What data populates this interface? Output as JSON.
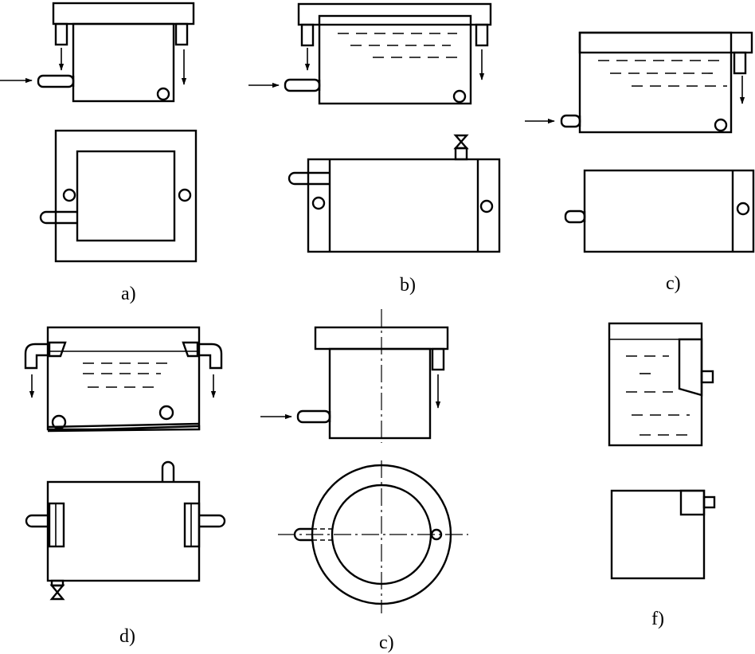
{
  "captions": {
    "a": "a)",
    "b": "b)",
    "c": "c)",
    "d": "d)",
    "e": "c)",
    "f": "f)"
  }
}
